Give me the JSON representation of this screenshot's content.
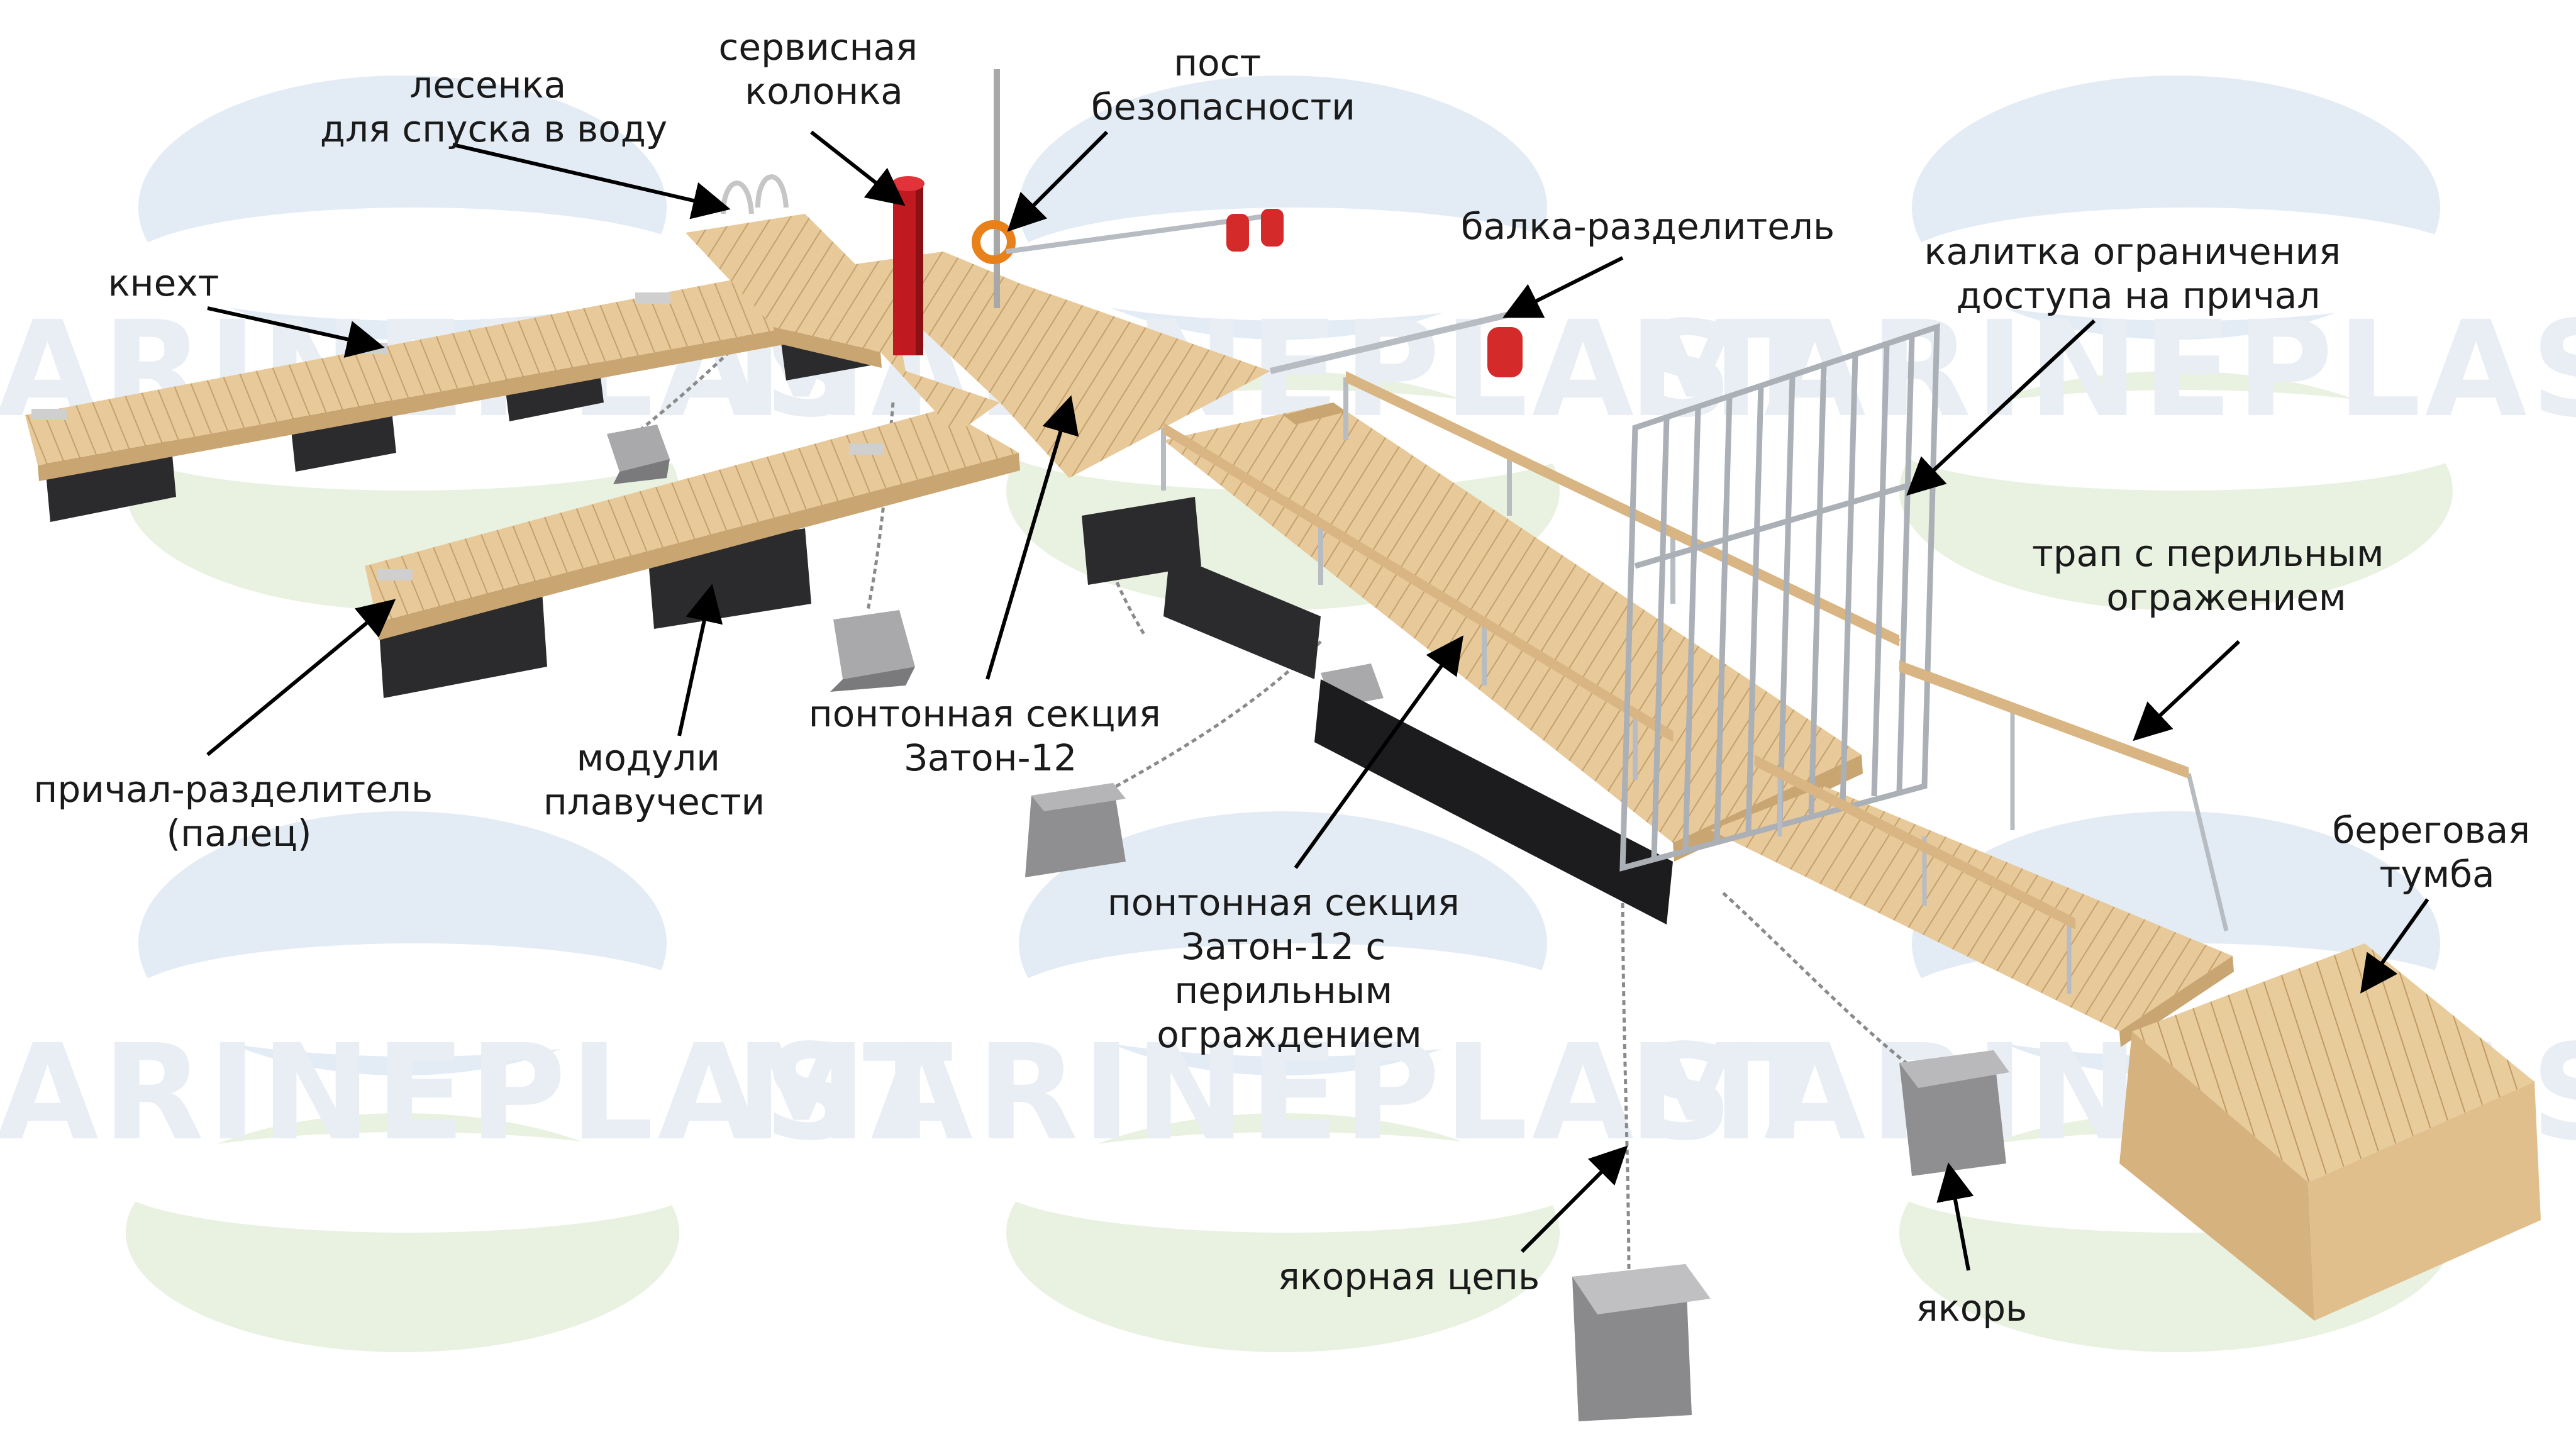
{
  "watermark": {
    "text": "MARINEPLAST"
  },
  "colors": {
    "deck": "#e8c99a",
    "deck_side": "#c9a571",
    "deck_plank": "#b8925e",
    "float": "#2b2b2e",
    "float_side": "#151517",
    "concrete": "#8d8d8f",
    "concrete_light": "#b9b9bb",
    "rail": "#b6bcc2",
    "service_column": "#c0191f",
    "fender": "#d42a2a",
    "lifebuoy": "#e8811a",
    "watermark_blue": "#dce7f1",
    "watermark_green": "#e6f0dc",
    "text": "#1a1a1a"
  },
  "labels": {
    "ladder": [
      "лесенка",
      "для спуска в воду"
    ],
    "service_column": [
      "сервисная",
      "колонка"
    ],
    "safety_post": [
      "пост",
      "безопасности"
    ],
    "divider_beam": [
      "балка-разделитель"
    ],
    "gate": [
      "калитка ограничения",
      "доступа на причал"
    ],
    "cleat": [
      "кнехт"
    ],
    "gangway": [
      "трап с перильным",
      "огражением"
    ],
    "finger": [
      "причал-разделитель",
      "(палец)"
    ],
    "floats": [
      "модули",
      "плавучести"
    ],
    "pontoon": [
      "понтонная секция",
      "Затон-12"
    ],
    "pontoon_railing": [
      "понтонная секция",
      "Затон-12 с",
      "перильным",
      "ограждением"
    ],
    "shore_post": [
      "береговая",
      "тумба"
    ],
    "anchor_chain": [
      "якорная цепь"
    ],
    "anchor": [
      "якорь"
    ]
  }
}
